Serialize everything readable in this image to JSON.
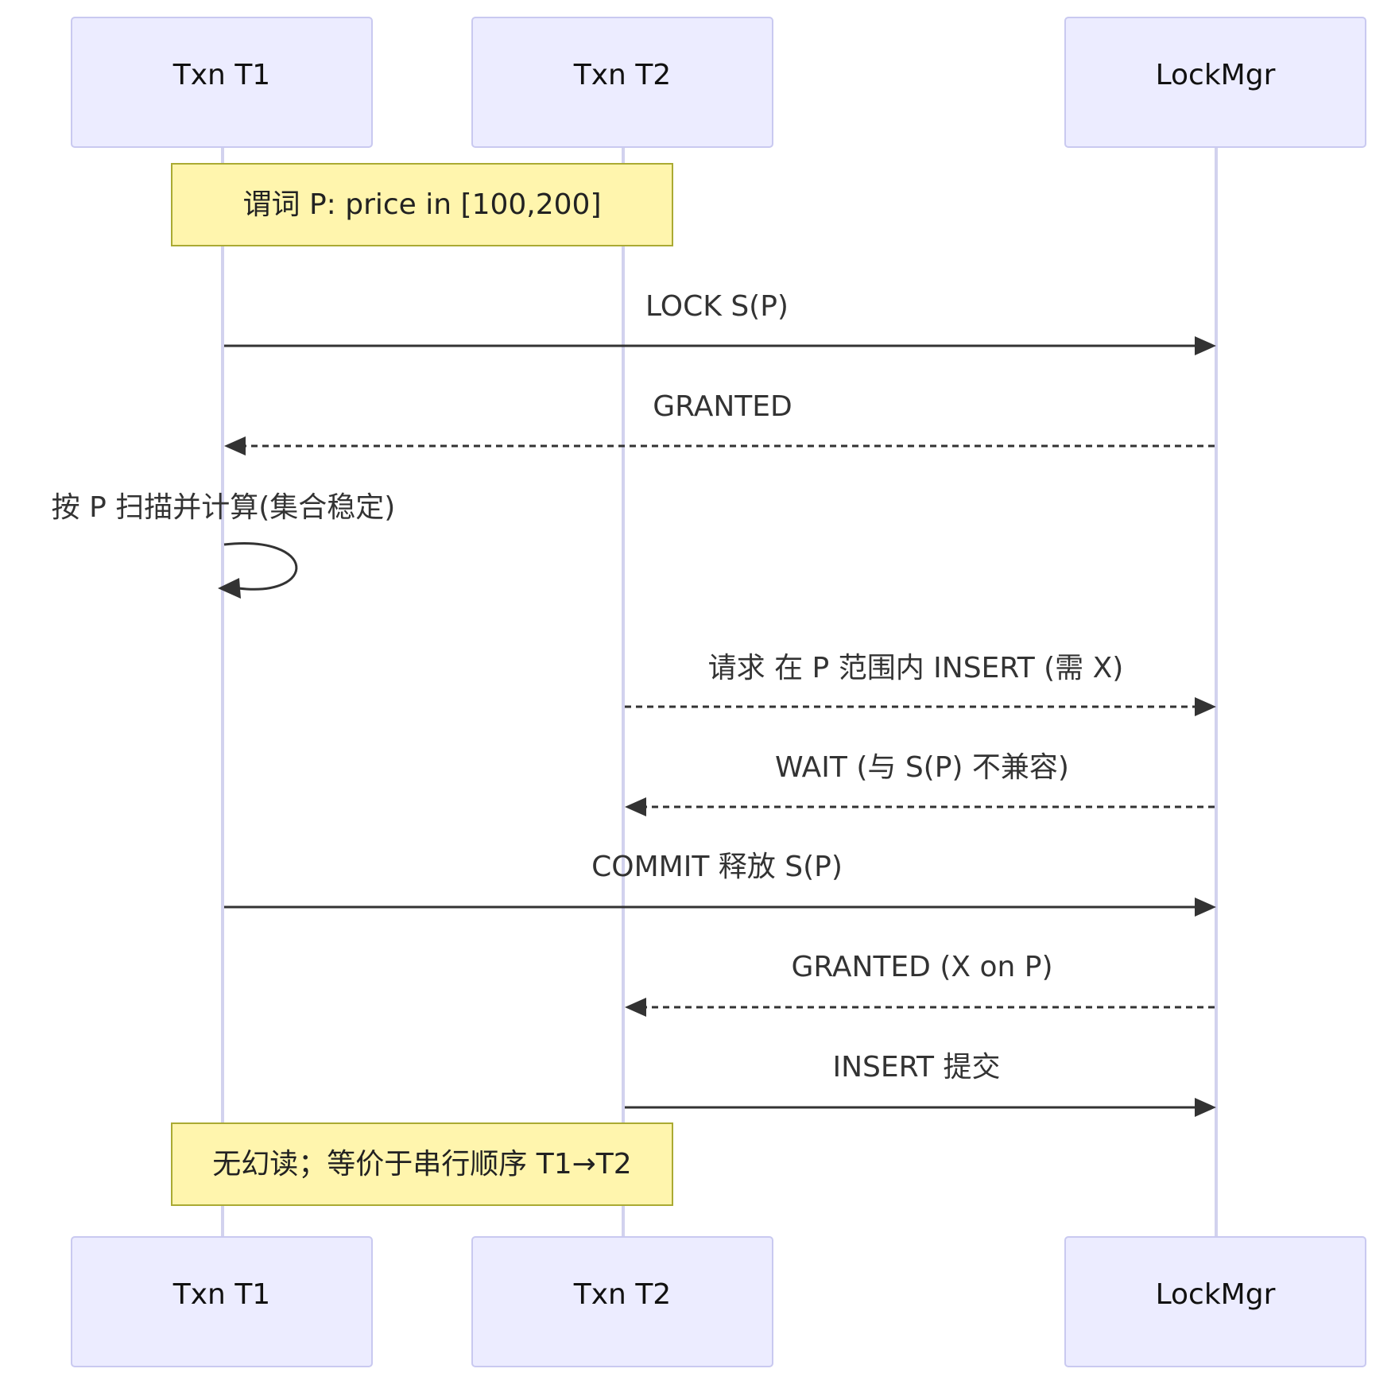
{
  "participants": {
    "t1": "Txn T1",
    "t2": "Txn T2",
    "lockmgr": "LockMgr"
  },
  "notes": {
    "predicate": "谓词 P: price in [100,200]",
    "conclusion": "无幻读；等价于串行顺序 T1→T2"
  },
  "messages": {
    "lock_sp": "LOCK S(P)",
    "granted": "GRANTED",
    "scan_self": "按 P 扫描并计算(集合稳定)",
    "insert_request": "请求 在 P 范围内 INSERT (需 X)",
    "wait": "WAIT (与 S(P) 不兼容)",
    "commit_release": "COMMIT 释放 S(P)",
    "granted_x": "GRANTED (X on P)",
    "insert_commit": "INSERT 提交"
  },
  "colors": {
    "actor_fill": "#ECECFF",
    "actor_border": "#C9C9F0",
    "lifeline": "#D2D2EE",
    "note_fill": "#FFF5AD",
    "note_border": "#AAAA33",
    "arrow": "#333333"
  }
}
